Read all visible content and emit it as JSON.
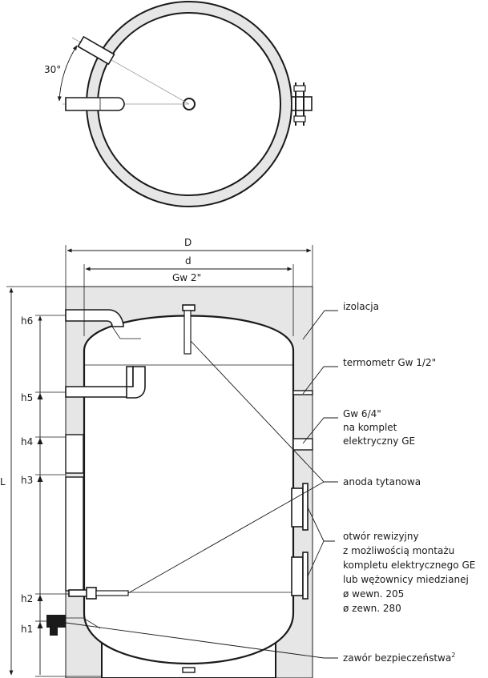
{
  "top_view": {
    "angle_label": "30°"
  },
  "dimensions": {
    "outer_width": "D",
    "inner_width": "d",
    "top_connection": "Gw 2\"",
    "length": "L",
    "heights": [
      "h6",
      "h5",
      "h4",
      "h3",
      "h2",
      "h1"
    ]
  },
  "labels": {
    "insulation": "izolacja",
    "thermometer": "termometr Gw 1/2\"",
    "heater_port": [
      "Gw 6/4\"",
      "na komplet",
      "elektryczny GE"
    ],
    "anode": "anoda tytanowa",
    "inspection_opening": [
      "otwór rewizyjny",
      "z możliwością montażu",
      "kompletu elektrycznego GE",
      "lub wężownicy miedzianej",
      "ø wewn. 205",
      "ø zewn. 280"
    ],
    "safety_valve": "zawór bezpieczeństwa",
    "safety_valve_note": "2"
  },
  "colors": {
    "line": "#1a1a1a",
    "insulation_fill": "#e6e6e6",
    "background": "#ffffff"
  }
}
